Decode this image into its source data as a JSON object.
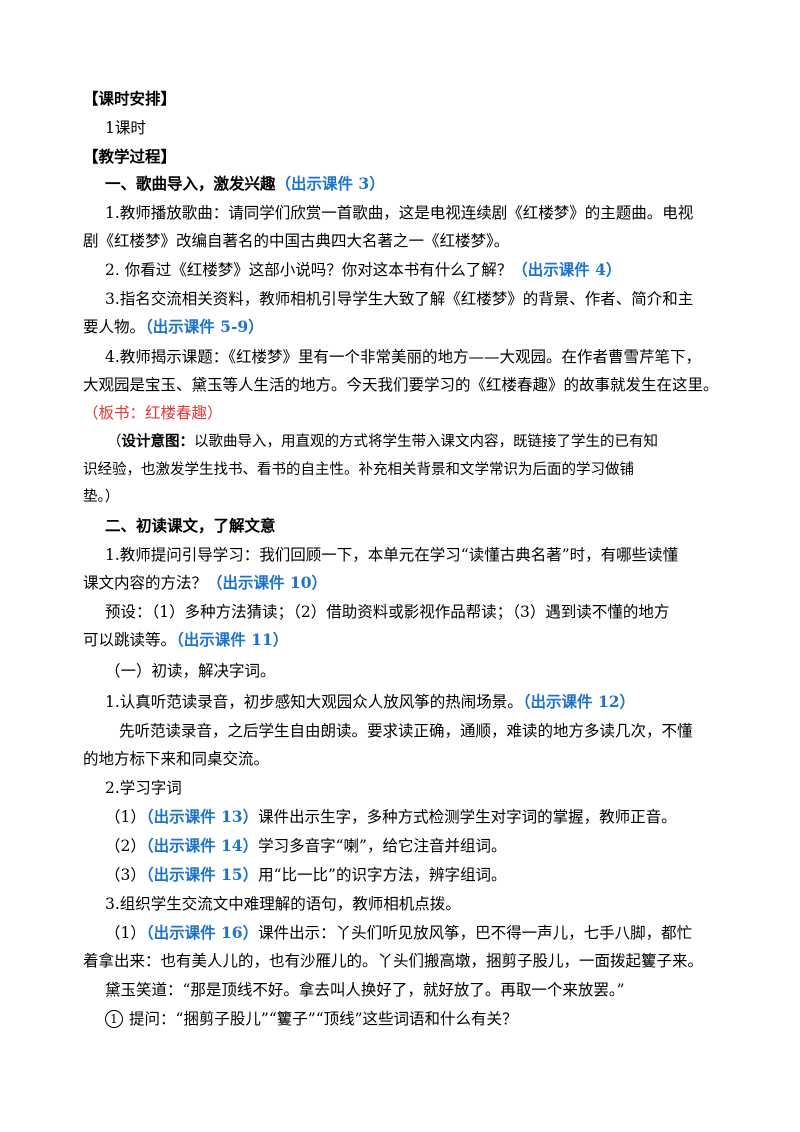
{
  "heading_schedule": "【课时安排】",
  "schedule_value": "1课时",
  "heading_process": "【教学过程】",
  "s1": {
    "title": "一、歌曲导入，激发兴趣",
    "ref": "（出示课件 3）"
  },
  "p1": {
    "a": "1.教师播放歌曲：请同学们欣赏一首歌曲，这是电视连续剧《红楼梦》的主题曲。电视",
    "b": "剧《红楼梦》改编自著名的中国古典四大名著之一《红楼梦》。"
  },
  "p2": {
    "a": "2.  你看过《红楼梦》这部小说吗？你对这本书有什么了解？",
    "ref": "（出示课件 4）"
  },
  "p3": {
    "a": "3.指名交流相关资料，教师相机引导学生大致了解《红楼梦》的背景、作者、简介和主",
    "b": "要人物。",
    "ref": "（出示课件 5-9）"
  },
  "p4": {
    "a": "4.教师揭示课题：《红楼梦》里有一个非常美丽的地方——大观园。在作者曹雪芹笔下，",
    "b": "大观园是宝玉、黛玉等人生活的地方。今天我们要学习的《红楼春趣》的故事就发生在这里。",
    "board": "（板书：红楼春趣）"
  },
  "design": {
    "label": "设计意图：",
    "a_pre": "（",
    "a": "以歌曲导入，用直观的方式将学生带入课文内容，既链接了学生的已有知",
    "b": "识经验，也激发学生找书、看书的自主性。补充相关背景和文学常识为后面的学习做铺",
    "c": "垫。）"
  },
  "s2": {
    "title": "二、初读课文，了解文意"
  },
  "q1": {
    "a": "1.教师提问引导学习：我们回顾一下，本单元在学习“读懂古典名著”时，有哪些读懂",
    "b": "课文内容的方法？",
    "ref": "（出示课件 10）"
  },
  "preset": {
    "a": "预设：（1）多种方法猜读；（2）借助资料或影视作品帮读；（3）遇到读不懂的地方",
    "b": "可以跳读等。",
    "ref": "（出示课件 11）"
  },
  "sub1": "（一）初读，解决字词。",
  "r1": {
    "a": "1.认真听范读录音，初步感知大观园众人放风筝的热闹场景。",
    "ref": "（出示课件 12）"
  },
  "r1p": {
    "a": "先听范读录音，之后学生自由朗读。要求读正确，通顺，难读的地方多读几次，不懂",
    "b": "的地方标下来和同桌交流。"
  },
  "r2": "2.学习字词",
  "w1": {
    "num": "（1）",
    "ref": "（出示课件 13）",
    "text": "课件出示生字，多种方式检测学生对字词的掌握，教师正音。"
  },
  "w2": {
    "num": "（2）",
    "ref": "（出示课件 14）",
    "text": "学习多音字“喇”，给它注音并组词。"
  },
  "w3": {
    "num": "（3）",
    "ref": "（出示课件 15）",
    "text": "用“比一比”的识字方法，辨字组词。"
  },
  "r3": "3.组织学生交流文中难理解的语句，教师相机点拨。",
  "c1": {
    "num": "（1）",
    "ref": "（出示课件 16）",
    "a": "课件出示：丫头们听见放风筝，巴不得一声儿，七手八脚，都忙",
    "b": "着拿出来：也有美人儿的，也有沙雁儿的。丫头们搬高墩，捆剪子股儿，一面拨起籰子来。"
  },
  "dai": "黛玉笑道：“那是顶线不好。拿去叫人换好了，就好放了。再取一个来放罢。”",
  "ask": {
    "num": "1",
    "text": "提问：“捆剪子股儿”“籰子”“顶线”这些词语和什么有关？"
  }
}
